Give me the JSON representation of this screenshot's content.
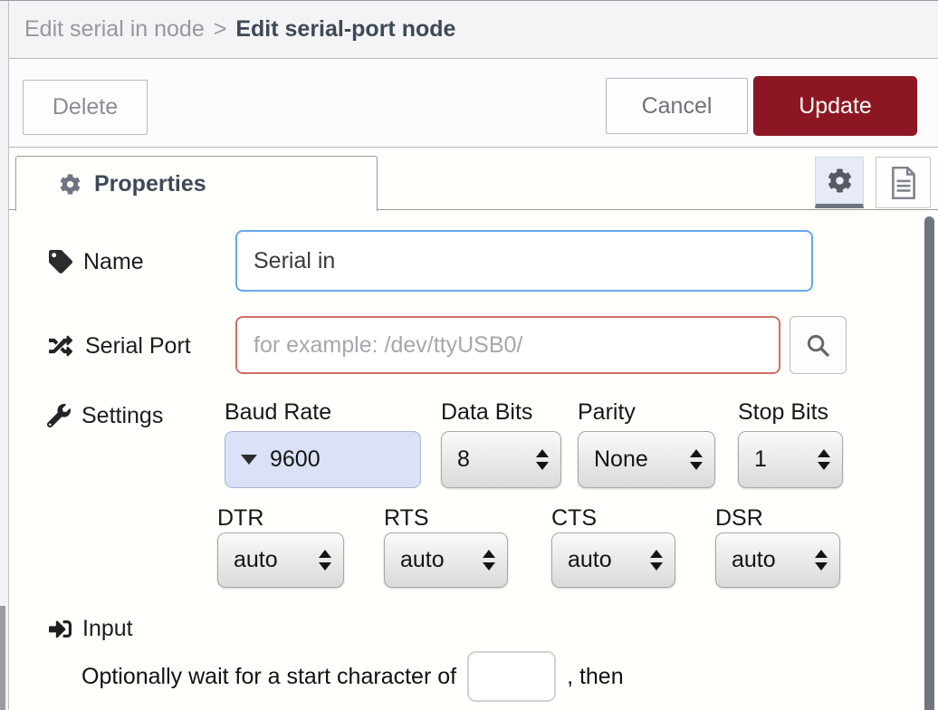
{
  "breadcrumb": {
    "parent": "Edit serial in node",
    "separator": ">",
    "current": "Edit serial-port node"
  },
  "toolbar": {
    "delete_label": "Delete",
    "cancel_label": "Cancel",
    "update_label": "Update"
  },
  "tabs": {
    "properties_label": "Properties"
  },
  "form": {
    "name": {
      "label": "Name",
      "value": "Serial in"
    },
    "serial_port": {
      "label": "Serial Port",
      "placeholder": "for example: /dev/ttyUSB0/"
    },
    "settings": {
      "label": "Settings",
      "baud_rate": {
        "label": "Baud Rate",
        "value": "9600"
      },
      "data_bits": {
        "label": "Data Bits",
        "value": "8"
      },
      "parity": {
        "label": "Parity",
        "value": "None"
      },
      "stop_bits": {
        "label": "Stop Bits",
        "value": "1"
      },
      "dtr": {
        "label": "DTR",
        "value": "auto"
      },
      "rts": {
        "label": "RTS",
        "value": "auto"
      },
      "cts": {
        "label": "CTS",
        "value": "auto"
      },
      "dsr": {
        "label": "DSR",
        "value": "auto"
      }
    },
    "input_section": {
      "label": "Input",
      "wait_text_before": "Optionally wait for a start character of",
      "char_value": "",
      "wait_text_after": ", then"
    }
  },
  "icons": {
    "tag": "name field tag icon",
    "random": "serial port shuffle icon",
    "wrench": "settings wrench icon",
    "sign-in": "input arrow icon",
    "cog": "properties/settings gear icon",
    "file": "node description document icon",
    "search": "port lookup magnifier icon"
  },
  "colors": {
    "update_button_bg": "#8c1723",
    "header_bg": "#f4f4f6",
    "focus_border": "#66a7e8",
    "error_border": "#cf6f66",
    "baud_select_bg": "#dbe2f7",
    "tab_text": "#3e4956",
    "scrollbar_thumb": "#70767f"
  }
}
